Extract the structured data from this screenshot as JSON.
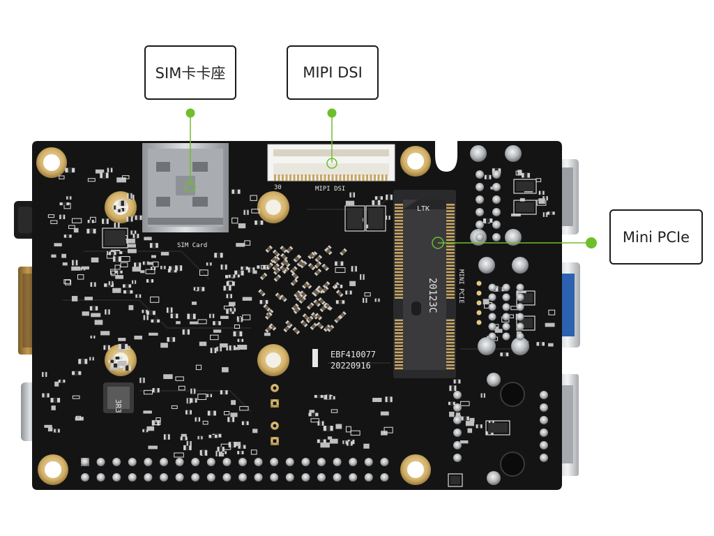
{
  "callouts": {
    "sim": "SIM卡卡座",
    "mipi": "MIPI DSI",
    "pcie": "Mini PCIe"
  },
  "silkscreen": {
    "sim_label": "SIM Card",
    "mipi_label": "MIPI DSI",
    "pin_30": "30",
    "pcie_label": "MINI PCIE",
    "slot_brand": "LTK",
    "slot_code": "20123C",
    "board_id": "EBF410077",
    "board_date": "20220916",
    "inductor": "3R3"
  },
  "colors": {
    "pcb": "#141414",
    "accent_green": "#6fbe2c",
    "gold": "#d8b870",
    "silver": "#b9bcbf"
  }
}
